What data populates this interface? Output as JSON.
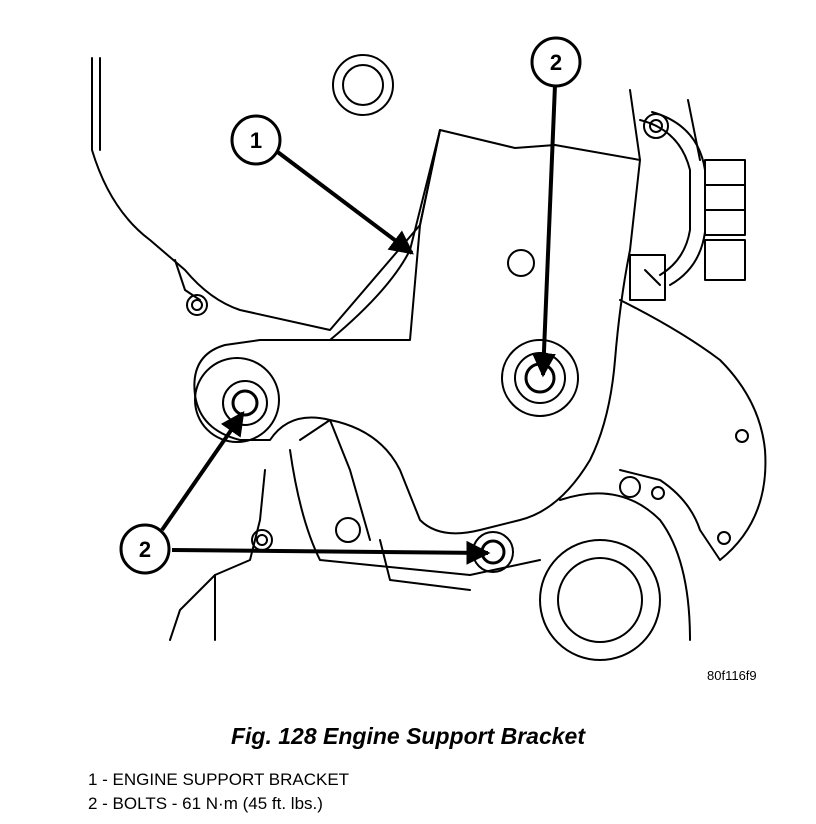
{
  "figure": {
    "reference_code": "80f116f9",
    "callouts": [
      "1",
      "2",
      "2",
      "2"
    ]
  },
  "caption": "Fig. 128 Engine Support Bracket",
  "legend": [
    "1 - ENGINE SUPPORT BRACKET",
    "2 - BOLTS - 61 N·m (45 ft. lbs.)"
  ]
}
